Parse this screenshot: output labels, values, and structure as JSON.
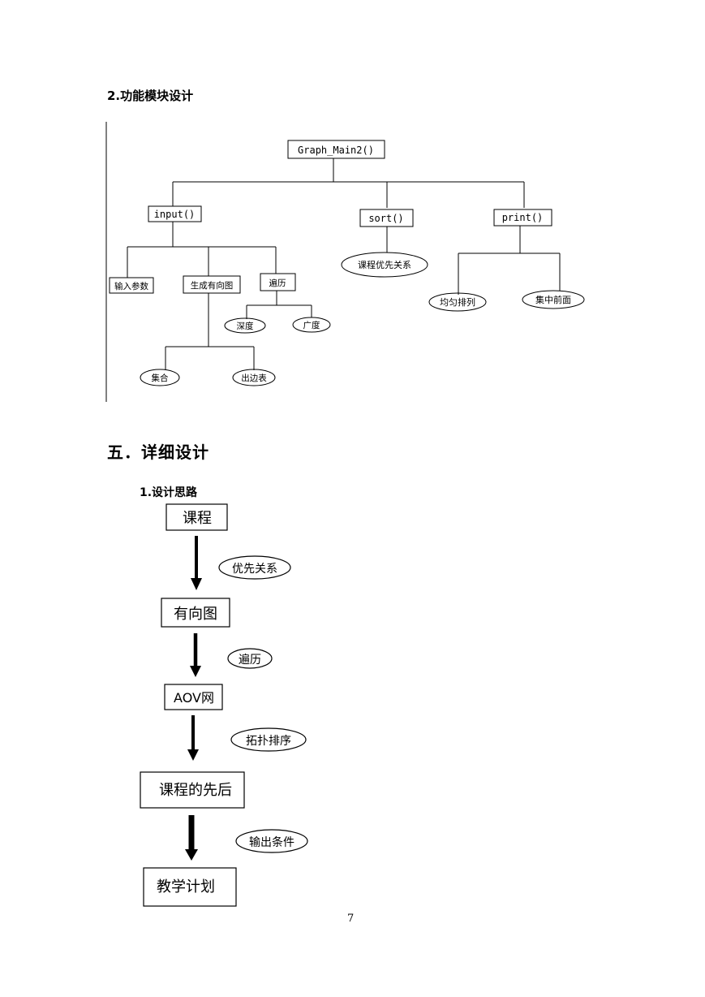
{
  "section_module": {
    "heading": "2.功能模块设计"
  },
  "module_tree": {
    "root": "Graph_Main2()",
    "branches": [
      "input()",
      "sort()",
      "print()"
    ],
    "input_children": [
      "输入参数",
      "生成有向图",
      "遍历"
    ],
    "traverse_children": [
      "深度",
      "广度"
    ],
    "graph_children": [
      "集合",
      "出边表"
    ],
    "sort_child": "课程优先关系",
    "print_children": [
      "均匀排列",
      "集中前面"
    ]
  },
  "section_detail": {
    "heading": "五．详细设计"
  },
  "section_idea": {
    "heading": "1.设计思路"
  },
  "flow": {
    "boxes": [
      "课程",
      "有向图",
      "AOV网",
      "课程的先后",
      "教学计划"
    ],
    "edges": [
      "优先关系",
      "遍历",
      "拓扑排序",
      "输出条件"
    ]
  },
  "page_number": "7"
}
